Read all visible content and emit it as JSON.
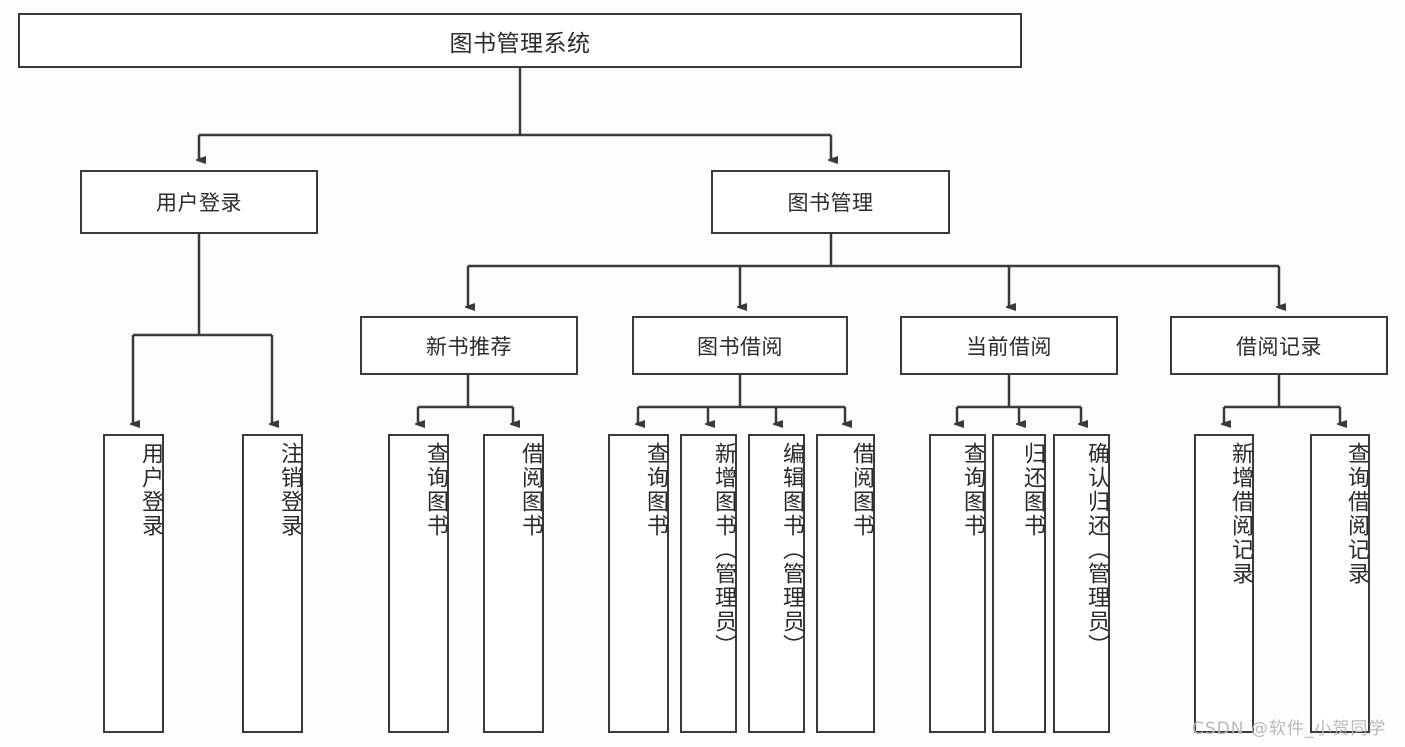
{
  "diagram": {
    "type": "tree",
    "title": "图书管理系统",
    "watermark": "CSDN @软件_小贺同学",
    "colors": {
      "background": "#fdfdfd",
      "box_fill": "#ffffff",
      "line": "#3a3a3a",
      "text": "#2b2b2b",
      "watermark": "#b9b9b9"
    },
    "root": {
      "label": "图书管理系统"
    },
    "level1": [
      {
        "label": "用户登录"
      },
      {
        "label": "图书管理"
      }
    ],
    "level2": [
      {
        "label": "新书推荐"
      },
      {
        "label": "图书借阅"
      },
      {
        "label": "当前借阅"
      },
      {
        "label": "借阅记录"
      }
    ],
    "leaves": {
      "user_login": [
        {
          "label": "用户登录"
        },
        {
          "label": "注销登录"
        }
      ],
      "new_book_recommend": [
        {
          "label": "查询图书"
        },
        {
          "label": "借阅图书"
        }
      ],
      "book_borrow": [
        {
          "label": "查询图书"
        },
        {
          "label": "新增图书（管理员）"
        },
        {
          "label": "编辑图书（管理员）"
        },
        {
          "label": "借阅图书"
        }
      ],
      "current_borrow": [
        {
          "label": "查询图书"
        },
        {
          "label": "归还图书"
        },
        {
          "label": "确认归还（管理员）"
        }
      ],
      "borrow_record": [
        {
          "label": "新增借阅记录"
        },
        {
          "label": "查询借阅记录"
        }
      ]
    }
  }
}
